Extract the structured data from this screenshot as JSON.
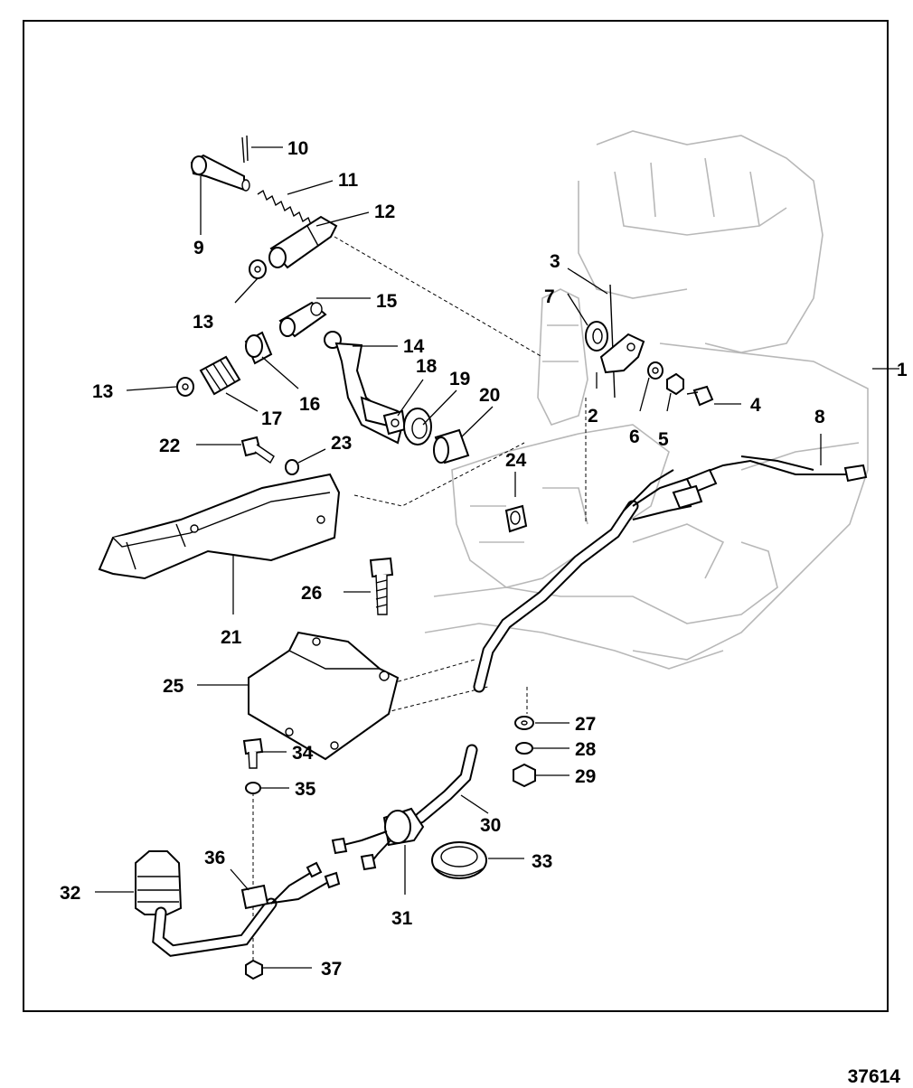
{
  "figure_id": "37614",
  "callouts": {
    "c1": "1",
    "c2": "2",
    "c3": "3",
    "c4": "4",
    "c5": "5",
    "c6": "6",
    "c7": "7",
    "c8": "8",
    "c9": "9",
    "c10": "10",
    "c11": "11",
    "c12": "12",
    "c13a": "13",
    "c13b": "13",
    "c14": "14",
    "c15": "15",
    "c16": "16",
    "c17": "17",
    "c18": "18",
    "c19": "19",
    "c20": "20",
    "c21": "21",
    "c22": "22",
    "c23": "23",
    "c24": "24",
    "c25": "25",
    "c26": "26",
    "c27": "27",
    "c28": "28",
    "c29": "29",
    "c30": "30",
    "c31": "31",
    "c32": "32",
    "c33": "33",
    "c34": "34",
    "c35": "35",
    "c36": "36",
    "c37": "37"
  }
}
